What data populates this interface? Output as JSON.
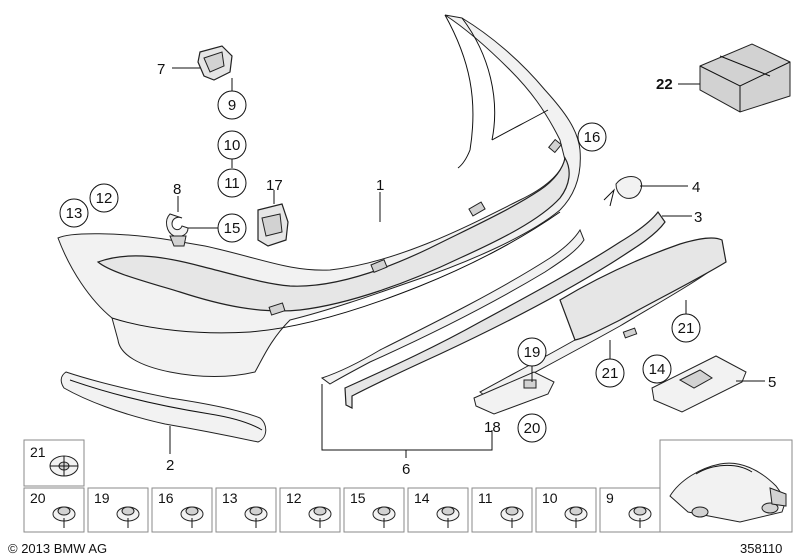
{
  "diagram": {
    "callouts": {
      "c1": "1",
      "c2": "2",
      "c3": "3",
      "c4": "4",
      "c5": "5",
      "c6": "6",
      "c7": "7",
      "c8": "8",
      "c9": "9",
      "c10": "10",
      "c11": "11",
      "c12": "12",
      "c13": "13",
      "c14": "14",
      "c15": "15",
      "c16": "16",
      "c17": "17",
      "c18": "18",
      "c19": "19",
      "c20": "20",
      "c21a": "21",
      "c21b": "21",
      "c22": "22"
    },
    "hardware_row": [
      "20",
      "19",
      "16",
      "13",
      "12",
      "15",
      "14",
      "11",
      "10",
      "9"
    ],
    "hardware_top": "21"
  },
  "footer": {
    "copyright": "© 2013 BMW AG",
    "diagram_number": "358110"
  }
}
